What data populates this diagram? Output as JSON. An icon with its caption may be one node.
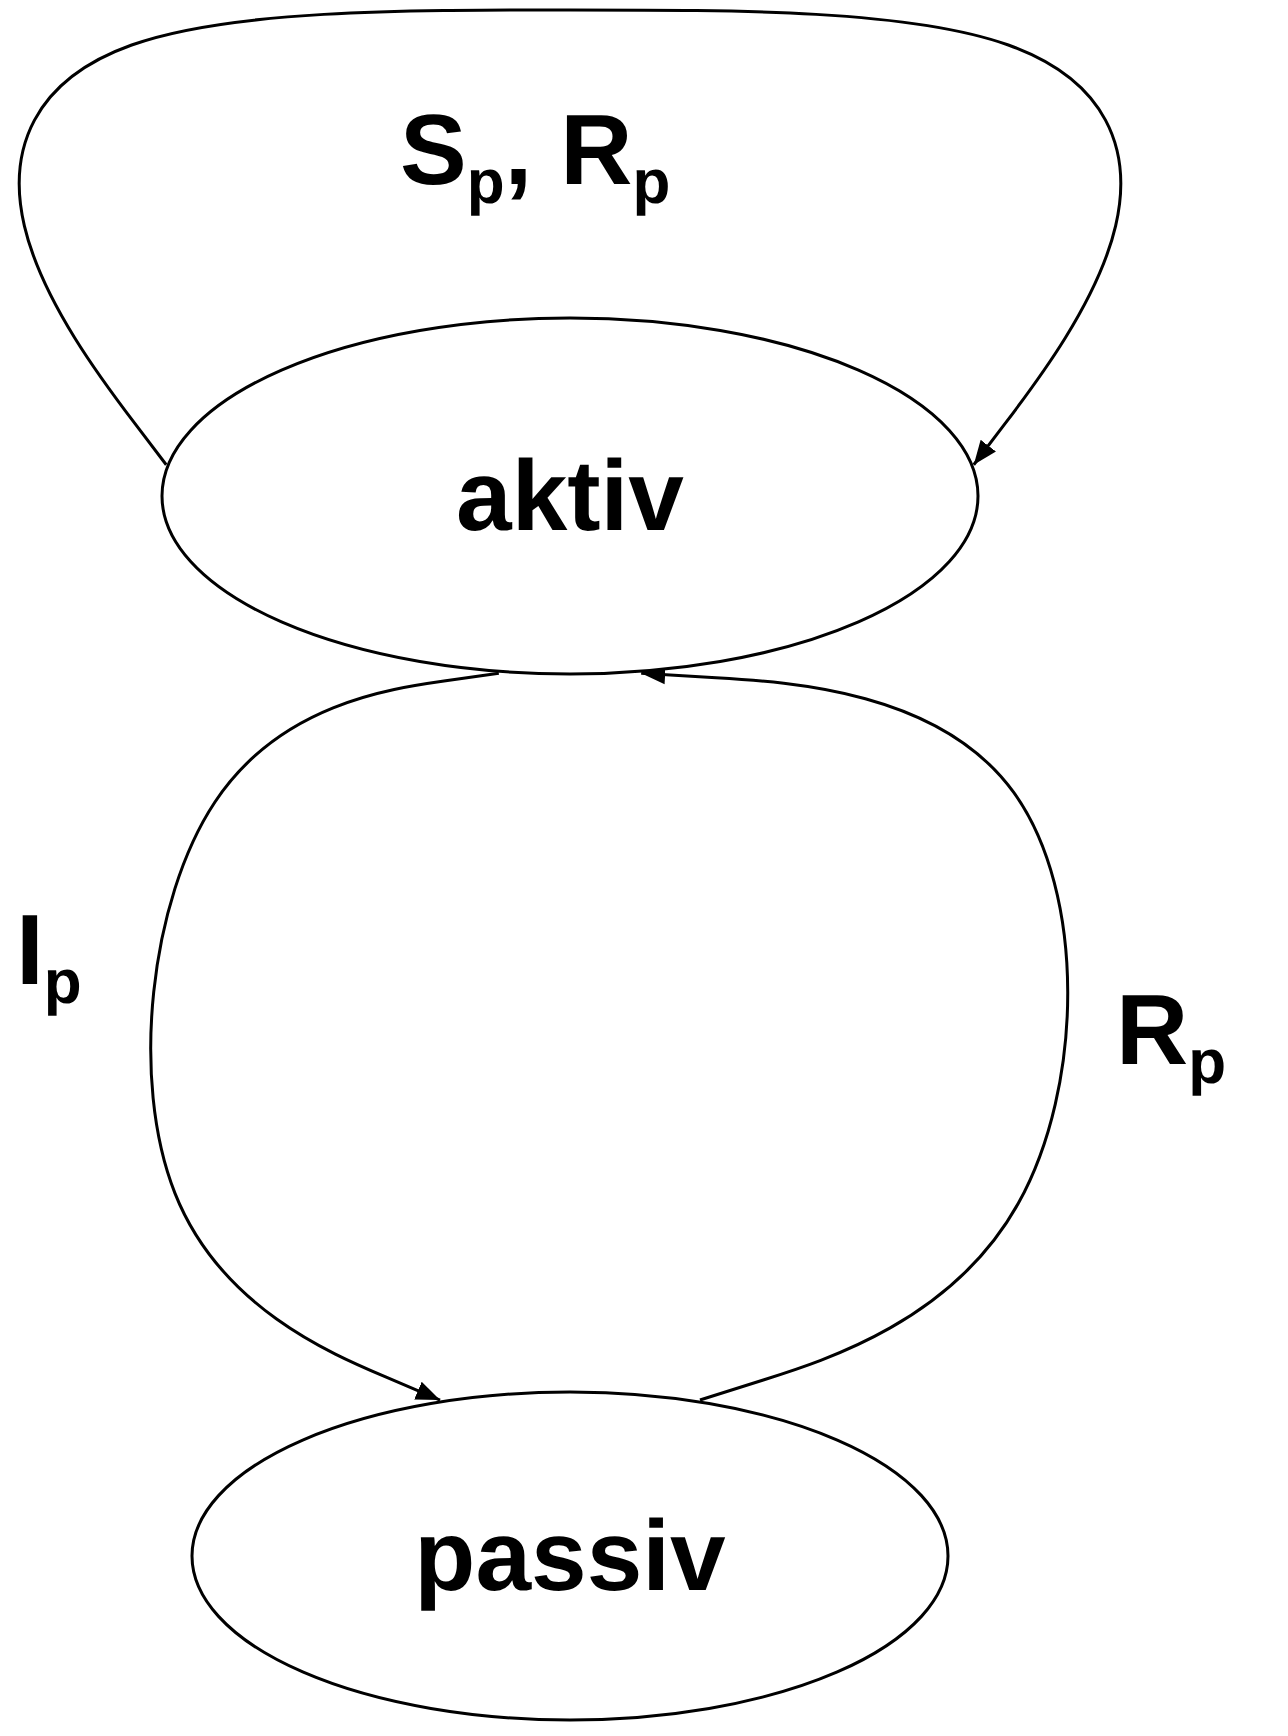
{
  "diagram": {
    "nodes": [
      {
        "text": [
          "aktiv"
        ]
      },
      {
        "text": [
          "passiv"
        ]
      }
    ],
    "edges": [
      {
        "from": 0,
        "to": 0,
        "arrow": "to",
        "label": "S$_{p}$, R$_{p}$"
      },
      {
        "from": 0,
        "to": 1,
        "arrow": "to",
        "label": "I$_{p}$"
      },
      {
        "from": 1,
        "to": 0,
        "arrow": "to",
        "label": "R$_{p}$"
      }
    ]
  }
}
